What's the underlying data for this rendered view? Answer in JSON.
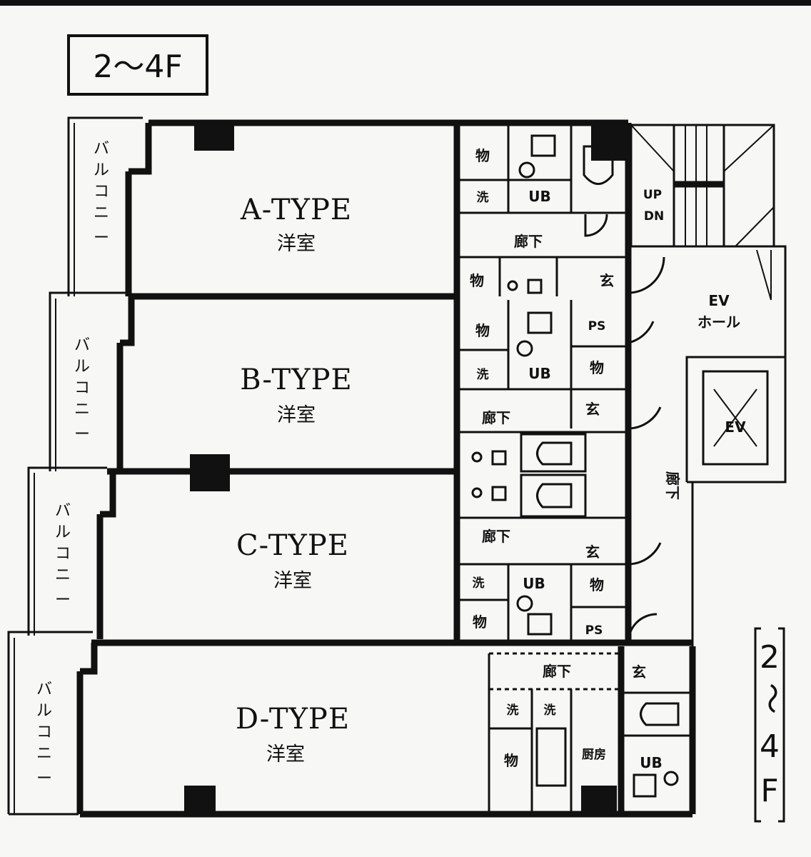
{
  "floor_badge": "2〜4F",
  "side_marker": [
    "2",
    "〜",
    "4",
    "F"
  ],
  "units": [
    {
      "type": "A-TYPE",
      "room": "洋室"
    },
    {
      "type": "B-TYPE",
      "room": "洋室"
    },
    {
      "type": "C-TYPE",
      "room": "洋室"
    },
    {
      "type": "D-TYPE",
      "room": "洋室"
    }
  ],
  "balcony": "バルコニー",
  "labels": {
    "storage": "物",
    "laundry": "洗",
    "unit_bath": "UB",
    "corridor": "廊下",
    "entrance": "玄",
    "ps": "PS",
    "kitchen": "厨房",
    "up": "UP",
    "dn": "DN",
    "ev_hall_1": "EV",
    "ev_hall_2": "ホール",
    "ev": "EV",
    "corridor_vertical": "廊下"
  }
}
